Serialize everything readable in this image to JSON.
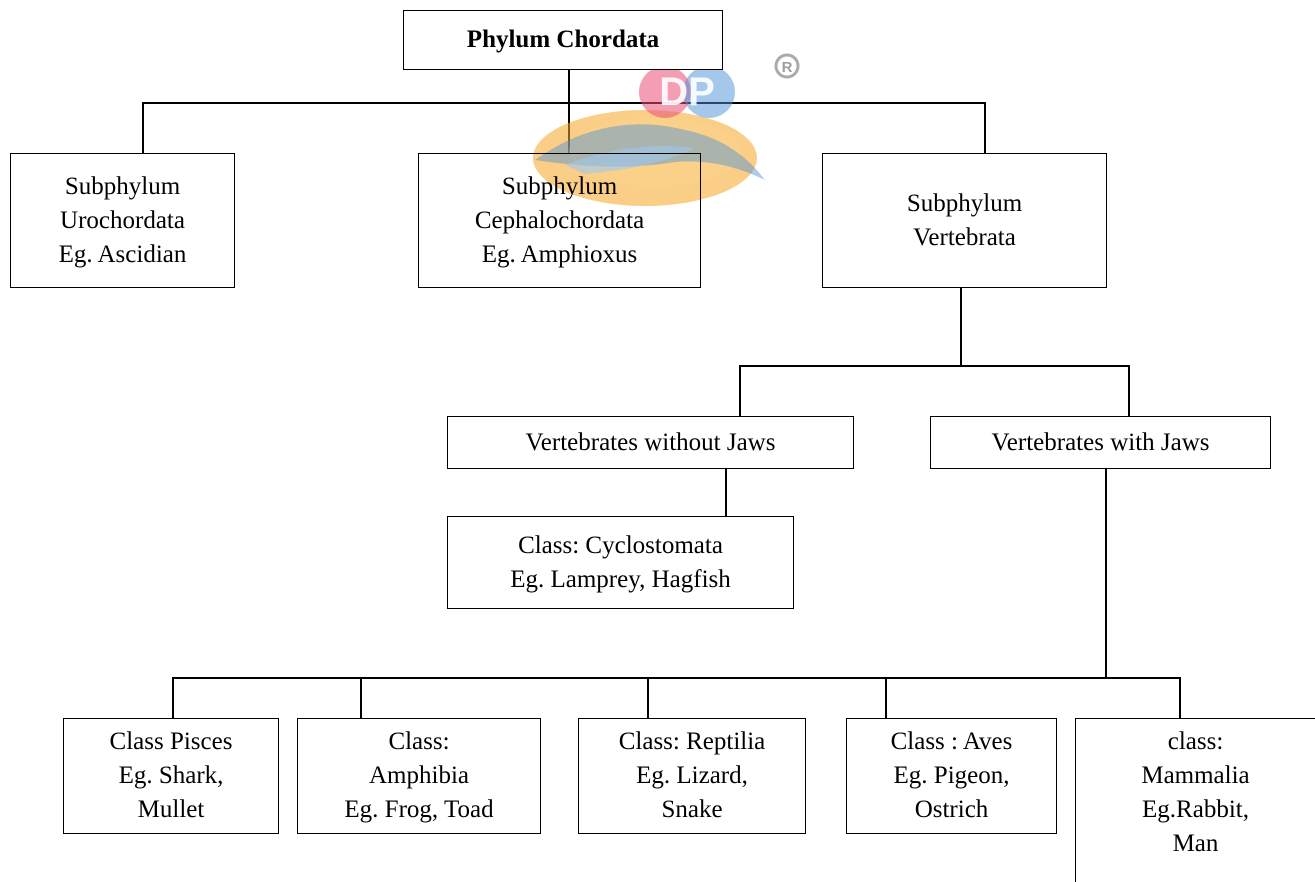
{
  "diagram": {
    "root": {
      "lines": [
        "Phylum Chordata"
      ]
    },
    "subphyla": {
      "urochordata": {
        "lines": [
          "Subphylum",
          "Urochordata",
          "Eg. Ascidian"
        ]
      },
      "cephalochordata": {
        "lines": [
          "Subphylum",
          "Cephalochordata",
          "Eg. Amphioxus"
        ]
      },
      "vertebrata": {
        "lines": [
          "Subphylum",
          "Vertebrata"
        ]
      }
    },
    "vertebrate_groups": {
      "without_jaws": {
        "lines": [
          "Vertebrates without Jaws"
        ]
      },
      "with_jaws": {
        "lines": [
          "Vertebrates with Jaws"
        ]
      }
    },
    "classes": {
      "cyclostomata": {
        "lines": [
          "Class: Cyclostomata",
          "Eg. Lamprey, Hagfish"
        ]
      },
      "pisces": {
        "lines": [
          "Class Pisces",
          "Eg. Shark,",
          "Mullet"
        ]
      },
      "amphibia": {
        "lines": [
          "Class:",
          "Amphibia",
          "Eg. Frog, Toad"
        ]
      },
      "reptilia": {
        "lines": [
          "Class: Reptilia",
          "Eg. Lizard,",
          "Snake"
        ]
      },
      "aves": {
        "lines": [
          "Class : Aves",
          "Eg. Pigeon,",
          "Ostrich"
        ]
      },
      "mammalia": {
        "lines": [
          "class:",
          "Mammalia",
          "Eg.Rabbit,",
          "Man"
        ]
      }
    }
  },
  "watermark": {
    "text": "DP",
    "mark": "R"
  },
  "colors": {
    "line": "#000000",
    "box_border": "#000000",
    "background": "#ffffff",
    "watermark_orange": "#f5a623",
    "watermark_pink": "#e94e77",
    "watermark_blue": "#4a8fd8"
  }
}
